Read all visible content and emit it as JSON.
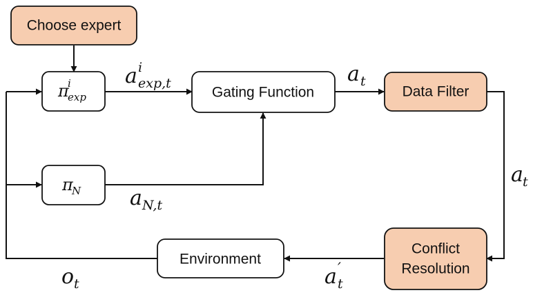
{
  "colors": {
    "highlight_fill": "#f7cdb0",
    "plain_fill": "#ffffff",
    "stroke": "#111111"
  },
  "nodes": {
    "choose_expert": {
      "label": "Choose expert",
      "highlighted": true
    },
    "pi_exp": {
      "symbol": "π",
      "sub": "exp",
      "sup": "i"
    },
    "gating_function": {
      "label": "Gating Function",
      "highlighted": false
    },
    "data_filter": {
      "label": "Data Filter",
      "highlighted": true
    },
    "pi_n": {
      "symbol": "π",
      "sub": "N"
    },
    "conflict_resolution": {
      "label_line1": "Conflict",
      "label_line2": "Resolution",
      "highlighted": true
    },
    "environment": {
      "label": "Environment",
      "highlighted": false
    }
  },
  "edge_labels": {
    "a_exp": {
      "base": "a",
      "sup": "i",
      "sub": "exp,t"
    },
    "a_t_top": {
      "base": "a",
      "sub": "t"
    },
    "a_t_right": {
      "base": "a",
      "sub": "t"
    },
    "a_n": {
      "base": "a",
      "sub": "N,t"
    },
    "a_prime": {
      "base": "a",
      "sup": "′",
      "sub": "t"
    },
    "o_t": {
      "base": "o",
      "sub": "t"
    }
  }
}
